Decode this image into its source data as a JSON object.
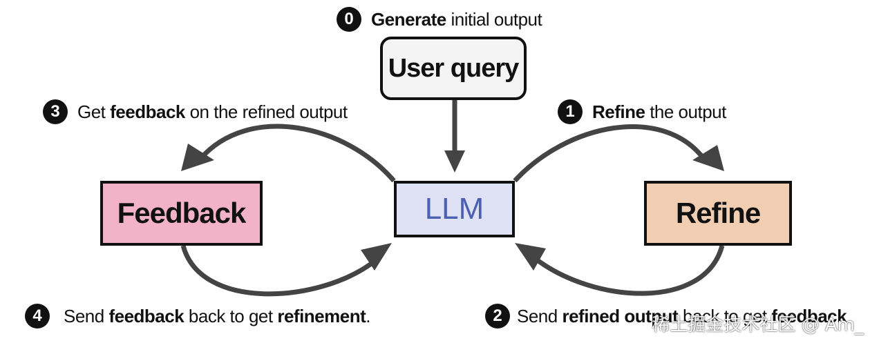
{
  "boxes": {
    "user_query": "User query",
    "llm": "LLM",
    "feedback": "Feedback",
    "refine": "Refine"
  },
  "steps": {
    "s0": {
      "num": "0",
      "bold": "Generate",
      "rest": " initial output"
    },
    "s1": {
      "num": "1",
      "bold": "Refine",
      "rest": " the output"
    },
    "s2": {
      "num": "2",
      "pre": "Send ",
      "bold1": "refined output",
      "mid": " back to get ",
      "bold2": "feedback"
    },
    "s3": {
      "num": "3",
      "pre": "Get ",
      "bold": "feedback",
      "rest": " on the refined output"
    },
    "s4": {
      "num": "4",
      "pre": "Send ",
      "bold1": "feedback",
      "mid": " back to get ",
      "bold2": "refinement",
      "end": "."
    }
  },
  "watermark": "稀土掘金技术社区 @ Am_",
  "colors": {
    "llm_fill": "#dfe2f4",
    "llm_text": "#4b5fb3",
    "feedback_fill": "#f2b2c8",
    "refine_fill": "#f1cdb2",
    "user_fill": "#f4f4f4",
    "arrow": "#444444"
  }
}
